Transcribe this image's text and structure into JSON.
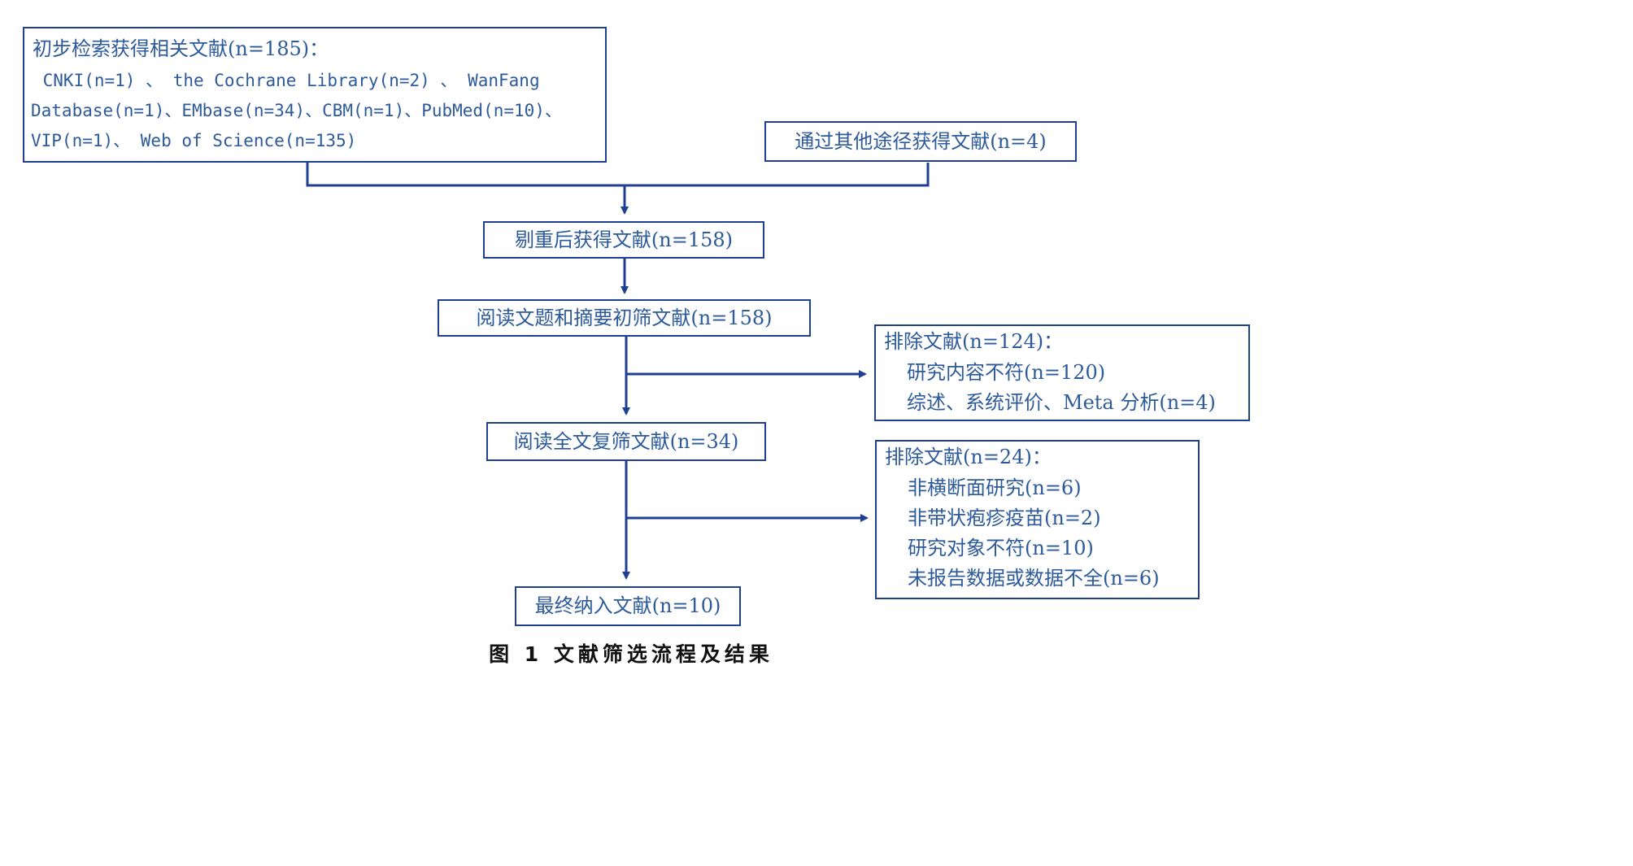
{
  "boxes": {
    "initial_search": {
      "title": "初步检索获得相关文献(n=185)：",
      "lines": [
        " CNKI(n=1) 、 the Cochrane Library(n=2) 、 WanFang",
        "Database(n=1)、EMbase(n=34)、CBM(n=1)、PubMed(n=10)、",
        "VIP(n=1)、 Web of Science(n=135)"
      ]
    },
    "other_sources": "通过其他途径获得文献(n=4)",
    "dedup": "剔重后获得文献(n=158)",
    "title_abstract": "阅读文题和摘要初筛文献(n=158)",
    "fulltext": "阅读全文复筛文献(n=34)",
    "final": "最终纳入文献(n=10)",
    "exclude_1": {
      "title": "排除文献(n=124)：",
      "items": [
        "研究内容不符(n=120)",
        "综述、系统评价、Meta 分析(n=4)"
      ]
    },
    "exclude_2": {
      "title": "排除文献(n=24)：",
      "items": [
        "非横断面研究(n=6)",
        "非带状疱疹疫苗(n=2)",
        "研究对象不符(n=10)",
        "未报告数据或数据不全(n=6)"
      ]
    }
  },
  "caption": "图 1   文献筛选流程及结果",
  "colors": {
    "line": "#1f3f93",
    "text": "#2d5a9a",
    "caption": "#111111"
  }
}
